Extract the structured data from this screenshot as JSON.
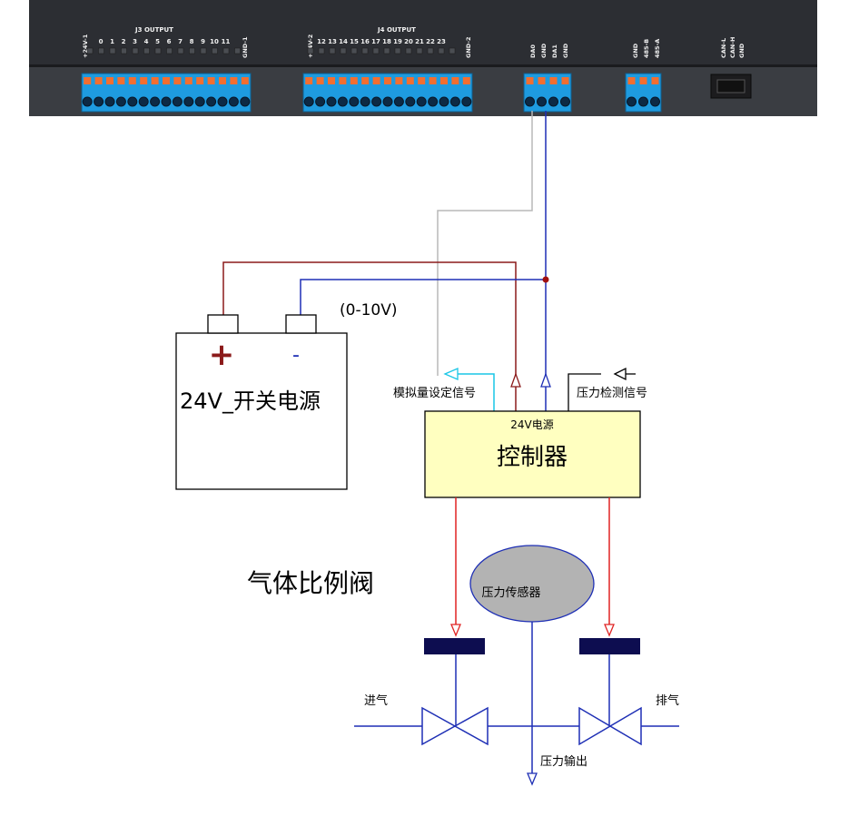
{
  "plc": {
    "j3_title": "J3 OUTPUT",
    "j3_left": "+24V-1",
    "j3_pins": [
      "0",
      "1",
      "2",
      "3",
      "4",
      "5",
      "6",
      "7",
      "8",
      "9",
      "10",
      "11"
    ],
    "j3_right": "GND-1",
    "j4_title": "J4 OUTPUT",
    "j4_left": "+24V-2",
    "j4_pins": [
      "12",
      "13",
      "14",
      "15",
      "16",
      "17",
      "18",
      "19",
      "20",
      "21",
      "22",
      "23"
    ],
    "j4_right": "GND-2",
    "analog_pins": [
      "DA0",
      "GND",
      "DA1",
      "GND"
    ],
    "rs485_pins": [
      "GND",
      "485-B",
      "485-A"
    ],
    "can_pins": [
      "CAN-L",
      "CAN-H",
      "GND"
    ]
  },
  "power_supply": {
    "plus": "+",
    "minus": "-",
    "label": "24V_开关电源"
  },
  "voltage_label": "(0-10V)",
  "analog_signal_label": "模拟量设定信号",
  "pressure_detect_label": "压力检测信号",
  "controller": {
    "power_label": "24V电源",
    "title": "控制器"
  },
  "valve_title": "气体比例阀",
  "sensor_label": "压力传感器",
  "inlet_label": "进气",
  "exhaust_label": "排气",
  "output_label": "压力输出",
  "colors": {
    "red_wire": "#8b1a1a",
    "blue_wire": "#1e2fb5",
    "gray_wire": "#b8b8b8",
    "cyan_arrow": "#19c6e6",
    "red_signal": "#e02424",
    "controller_fill": "#ffffc0",
    "sensor_fill": "#b3b3b3",
    "actuator_fill": "#0d0d50",
    "terminal_blue": "#1e9be0",
    "terminal_orange": "#f26e30"
  }
}
